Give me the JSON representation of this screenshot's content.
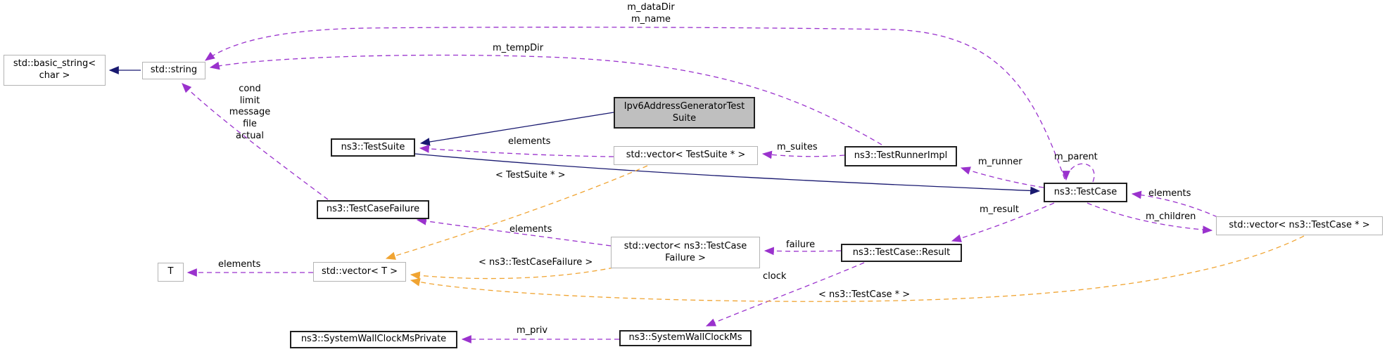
{
  "diagram": {
    "type": "doxygen-collaboration-graph",
    "highlighted_class": "Ipv6AddressGeneratorTestSuite",
    "colors": {
      "usage_edge": "#9a32cd",
      "template_edge": "#f0a432",
      "inheritance_edge": "#191970",
      "highlight_fill": "#bfbfbf",
      "std_border": "#b4b4b4",
      "ns3_border": "#1f1f1f"
    }
  },
  "nodes": [
    {
      "id": "std-basic-string",
      "label": "std::basic_string<\nchar >"
    },
    {
      "id": "std-string",
      "label": "std::string"
    },
    {
      "id": "ns3-testsuite",
      "label": "ns3::TestSuite"
    },
    {
      "id": "ipv6-address-generator-test-suite",
      "label": "Ipv6AddressGeneratorTest\nSuite"
    },
    {
      "id": "vector-testsuite-ptr",
      "label": "std::vector< TestSuite * >"
    },
    {
      "id": "ns3-testrunnerimpl",
      "label": "ns3::TestRunnerImpl"
    },
    {
      "id": "ns3-testcase",
      "label": "ns3::TestCase"
    },
    {
      "id": "vector-ns3-testcase-ptr",
      "label": "std::vector< ns3::TestCase * >"
    },
    {
      "id": "ns3-testcasefailure",
      "label": "ns3::TestCaseFailure"
    },
    {
      "id": "template-t",
      "label": "T"
    },
    {
      "id": "vector-t",
      "label": "std::vector< T >"
    },
    {
      "id": "vector-ns3-testcasefailure",
      "label": "std::vector< ns3::TestCase\nFailure >"
    },
    {
      "id": "ns3-testcase-result",
      "label": "ns3::TestCase::Result"
    },
    {
      "id": "ns3-systemwallclockmsprivate",
      "label": "ns3::SystemWallClockMsPrivate"
    },
    {
      "id": "ns3-systemwallclockms",
      "label": "ns3::SystemWallClockMs"
    }
  ],
  "edge_labels": [
    {
      "text": "m_dataDir\nm_name"
    },
    {
      "text": "m_tempDir"
    },
    {
      "text": "cond\nlimit\nmessage\nfile\nactual"
    },
    {
      "text": "elements"
    },
    {
      "text": "m_suites"
    },
    {
      "text": "m_runner"
    },
    {
      "text": "m_parent"
    },
    {
      "text": "elements"
    },
    {
      "text": "m_children"
    },
    {
      "text": "m_result"
    },
    {
      "text": "failure"
    },
    {
      "text": "clock"
    },
    {
      "text": "elements"
    },
    {
      "text": "< ns3::TestCaseFailure >"
    },
    {
      "text": "< TestSuite * >"
    },
    {
      "text": "< ns3::TestCase * >"
    },
    {
      "text": "elements"
    },
    {
      "text": "m_priv"
    }
  ]
}
